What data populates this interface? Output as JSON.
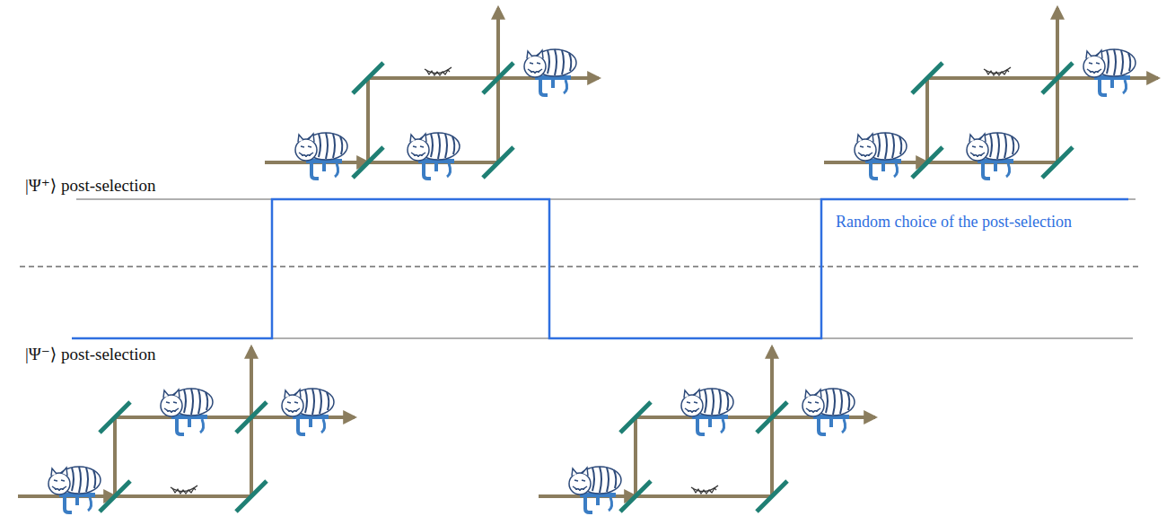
{
  "diagram": {
    "labels": [
      "|Ψ⁺⟩ post-selection",
      "|Ψ⁻⟩ post-selection",
      "Random choice of the post-selection"
    ]
  }
}
